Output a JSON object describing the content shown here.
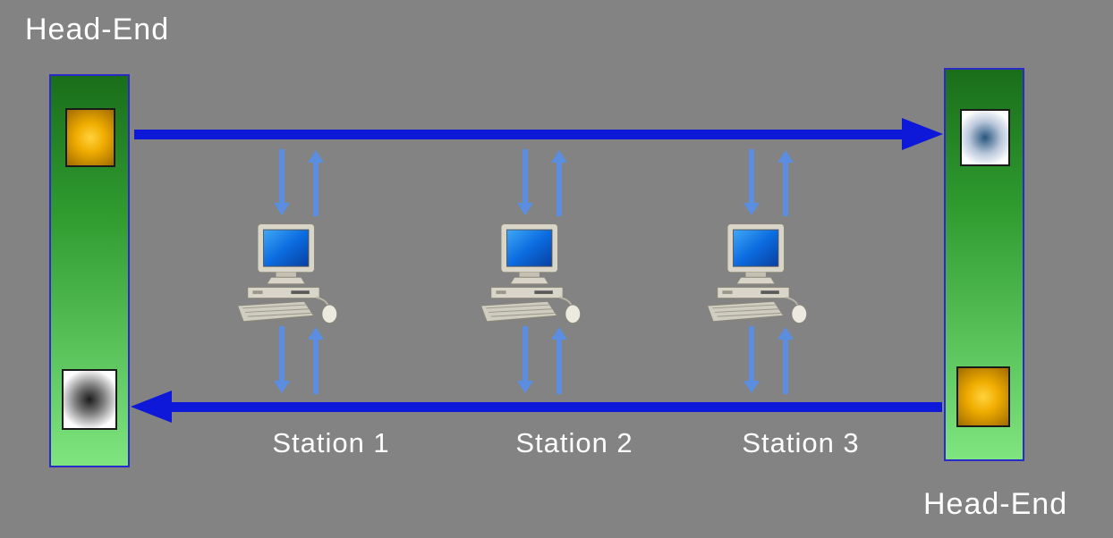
{
  "diagram": {
    "background_color": "#838383",
    "text_color": "#ffffff",
    "head_end_left": {
      "label": "Head-End",
      "top_icon": "gold-gradient-square",
      "bottom_icon": "white-black-gradient-square"
    },
    "head_end_right": {
      "label": "Head-End",
      "top_icon": "white-blue-gradient-square",
      "bottom_icon": "gold-gradient-square"
    },
    "buses": {
      "top": {
        "direction": "left-to-right",
        "color": "#0d18d8"
      },
      "bottom": {
        "direction": "right-to-left",
        "color": "#0d18d8"
      }
    },
    "stations": [
      {
        "label": "Station 1",
        "icon": "desktop-computer"
      },
      {
        "label": "Station 2",
        "icon": "desktop-computer"
      },
      {
        "label": "Station 3",
        "icon": "desktop-computer"
      }
    ],
    "station_arrow_color": "#5b8de0",
    "node_bar": {
      "gradient_top": "#1a6e1a",
      "gradient_bottom": "#7fe57f",
      "border_color": "#2a2ac8"
    }
  }
}
